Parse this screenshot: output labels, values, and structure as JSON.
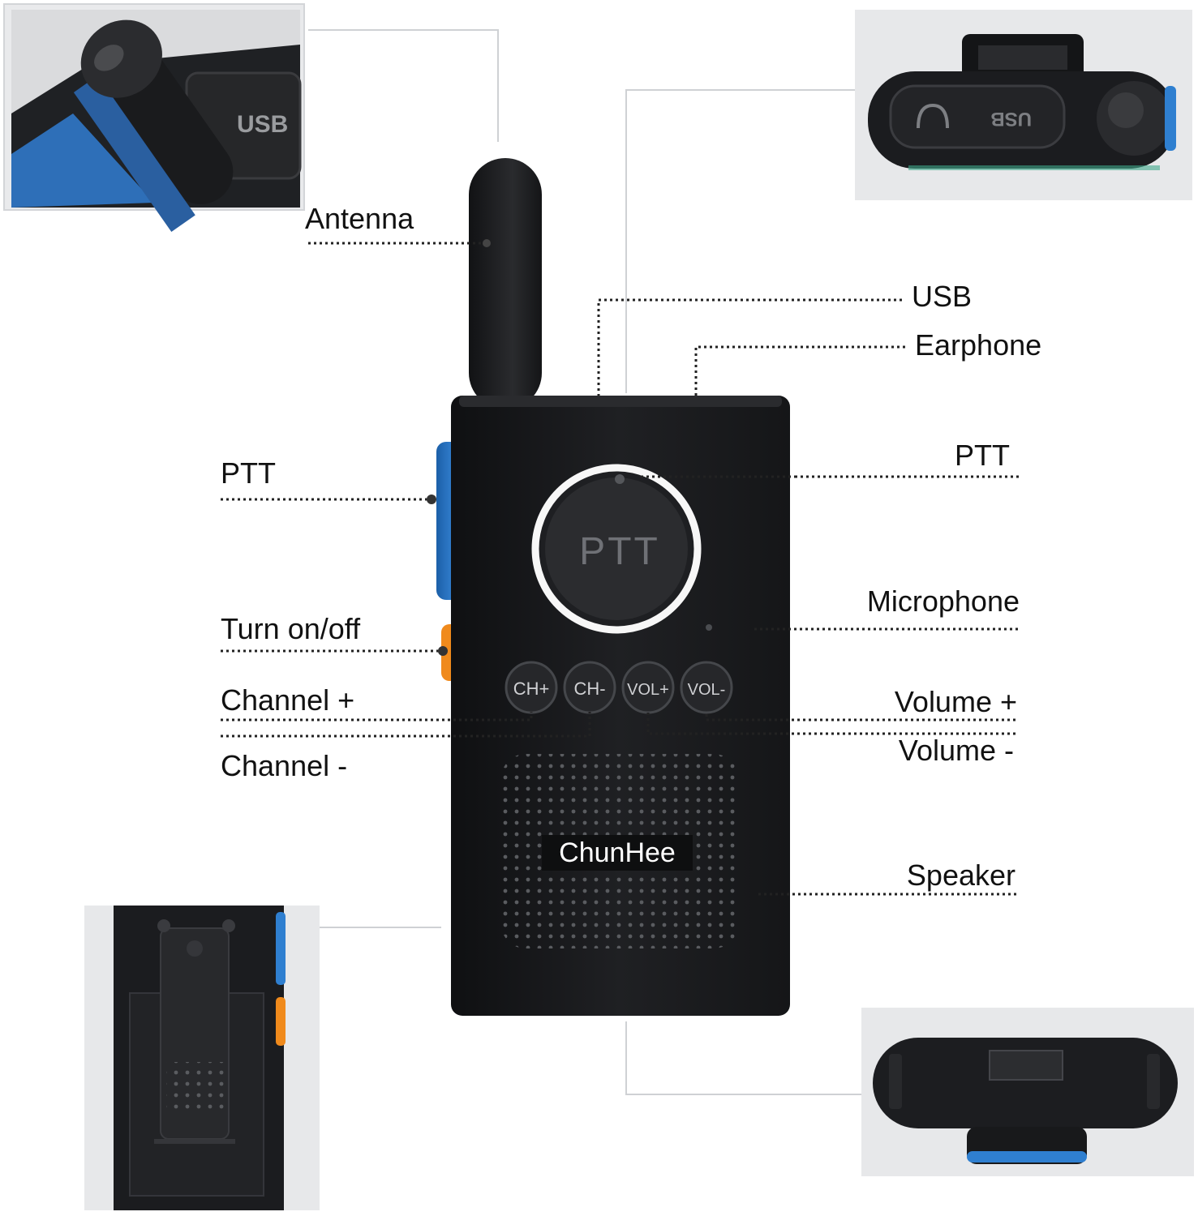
{
  "labels": {
    "antenna": "Antenna",
    "usb": "USB",
    "earphone": "Earphone",
    "ptt_side": "PTT",
    "ptt_front": "PTT",
    "turn_on_off": "Turn on/off",
    "microphone": "Microphone",
    "channel_plus": "Channel +",
    "channel_minus": "Channel -",
    "volume_plus": "Volume +",
    "volume_minus": "Volume -",
    "speaker": "Speaker"
  },
  "device": {
    "brand": "ChunHee",
    "ptt_button": "PTT",
    "buttons": [
      "CH+",
      "CH-",
      "VOL+",
      "VOL-"
    ]
  },
  "insets": {
    "top_left_port": "USB",
    "top_right_port": "USB"
  },
  "colors": {
    "body": "#1c1d20",
    "accent_blue": "#2f7fd0",
    "accent_orange": "#f08a1c",
    "ring": "#ffffff",
    "inset_bg": "#e7e8ea"
  }
}
